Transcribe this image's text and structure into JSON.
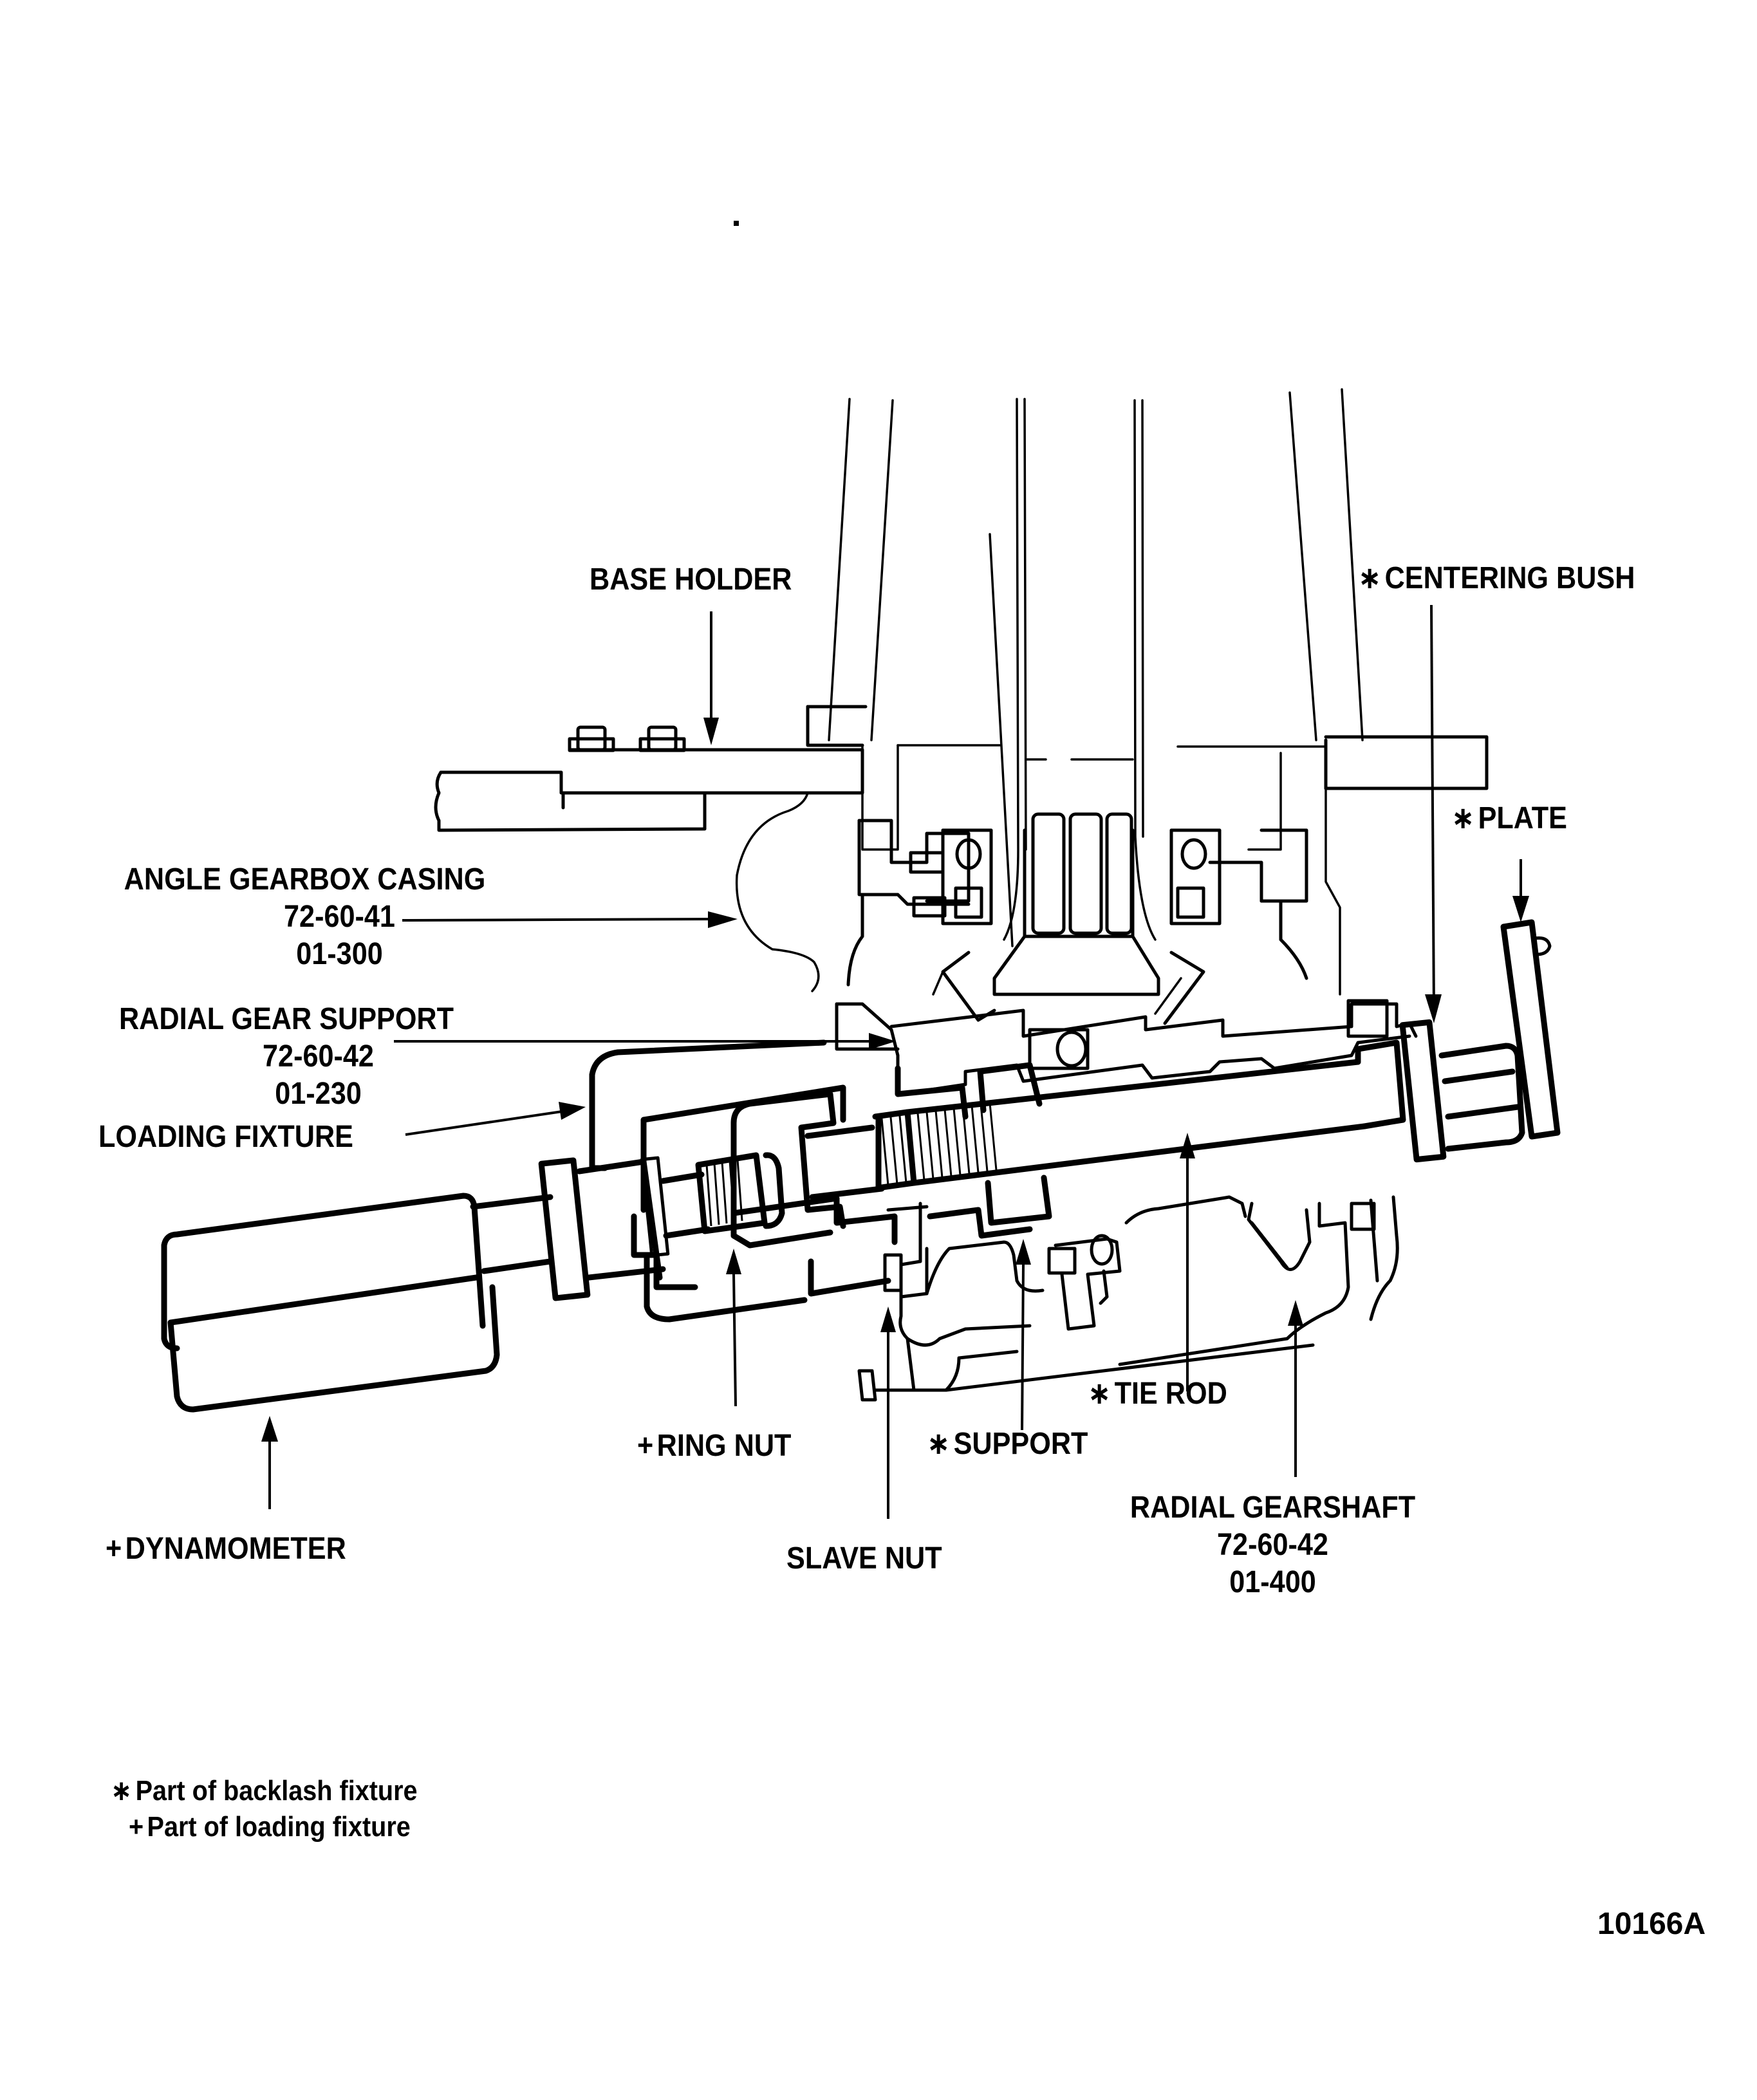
{
  "figure": {
    "number": "10166A",
    "subject": "Angle gearbox backlash and loading fixture installation"
  },
  "symbols": {
    "backlash_marker": "∗",
    "loading_marker": "+"
  },
  "labels": {
    "base_holder": {
      "text": "BASE HOLDER"
    },
    "centering_bush": {
      "marker": "∗",
      "text": "CENTERING BUSH"
    },
    "plate": {
      "marker": "∗",
      "text": "PLATE"
    },
    "angle_gearbox_casing": {
      "text": "ANGLE GEARBOX CASING",
      "ref1": "72-60-41",
      "ref2": "01-300"
    },
    "radial_gear_support": {
      "text": "RADIAL GEAR SUPPORT",
      "ref1": "72-60-42",
      "ref2": "01-230"
    },
    "loading_fixture": {
      "text": "LOADING FIXTURE"
    },
    "dynamometer": {
      "marker": "+",
      "text": "DYNAMOMETER"
    },
    "ring_nut": {
      "marker": "+",
      "text": "RING NUT"
    },
    "slave_nut": {
      "text": "SLAVE NUT"
    },
    "support": {
      "marker": "∗",
      "text": "SUPPORT"
    },
    "tie_rod": {
      "marker": "∗",
      "text": "TIE ROD"
    },
    "radial_gearshaft": {
      "text": "RADIAL GEARSHAFT",
      "ref1": "72-60-42",
      "ref2": "01-400"
    }
  },
  "legend": [
    {
      "marker": "∗",
      "text": "Part of backlash fixture"
    },
    {
      "marker": "+",
      "text": "Part of loading fixture"
    }
  ]
}
